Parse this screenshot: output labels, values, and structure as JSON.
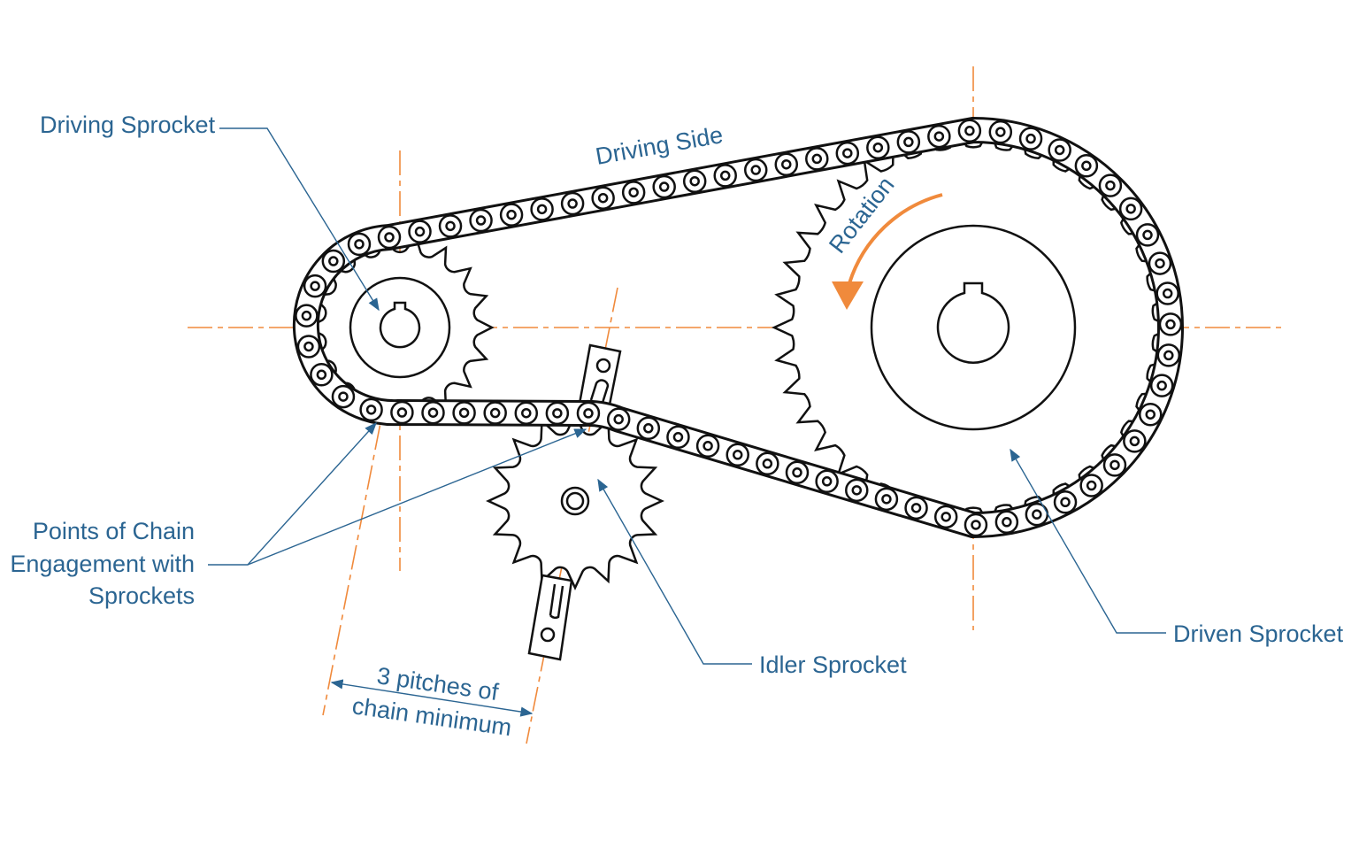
{
  "labels": {
    "driving_sprocket": "Driving Sprocket",
    "driving_side": "Driving Side",
    "rotation": "Rotation",
    "points_line1": "Points of Chain",
    "points_line2": "Engagement with",
    "points_line3": "Sprockets",
    "idler_sprocket": "Idler Sprocket",
    "driven_sprocket": "Driven Sprocket",
    "pitches_line1": "3 pitches of",
    "pitches_line2": "chain minimum"
  },
  "colors": {
    "label": "#2b6592",
    "centerline": "#f08a3c",
    "line": "#111111"
  }
}
